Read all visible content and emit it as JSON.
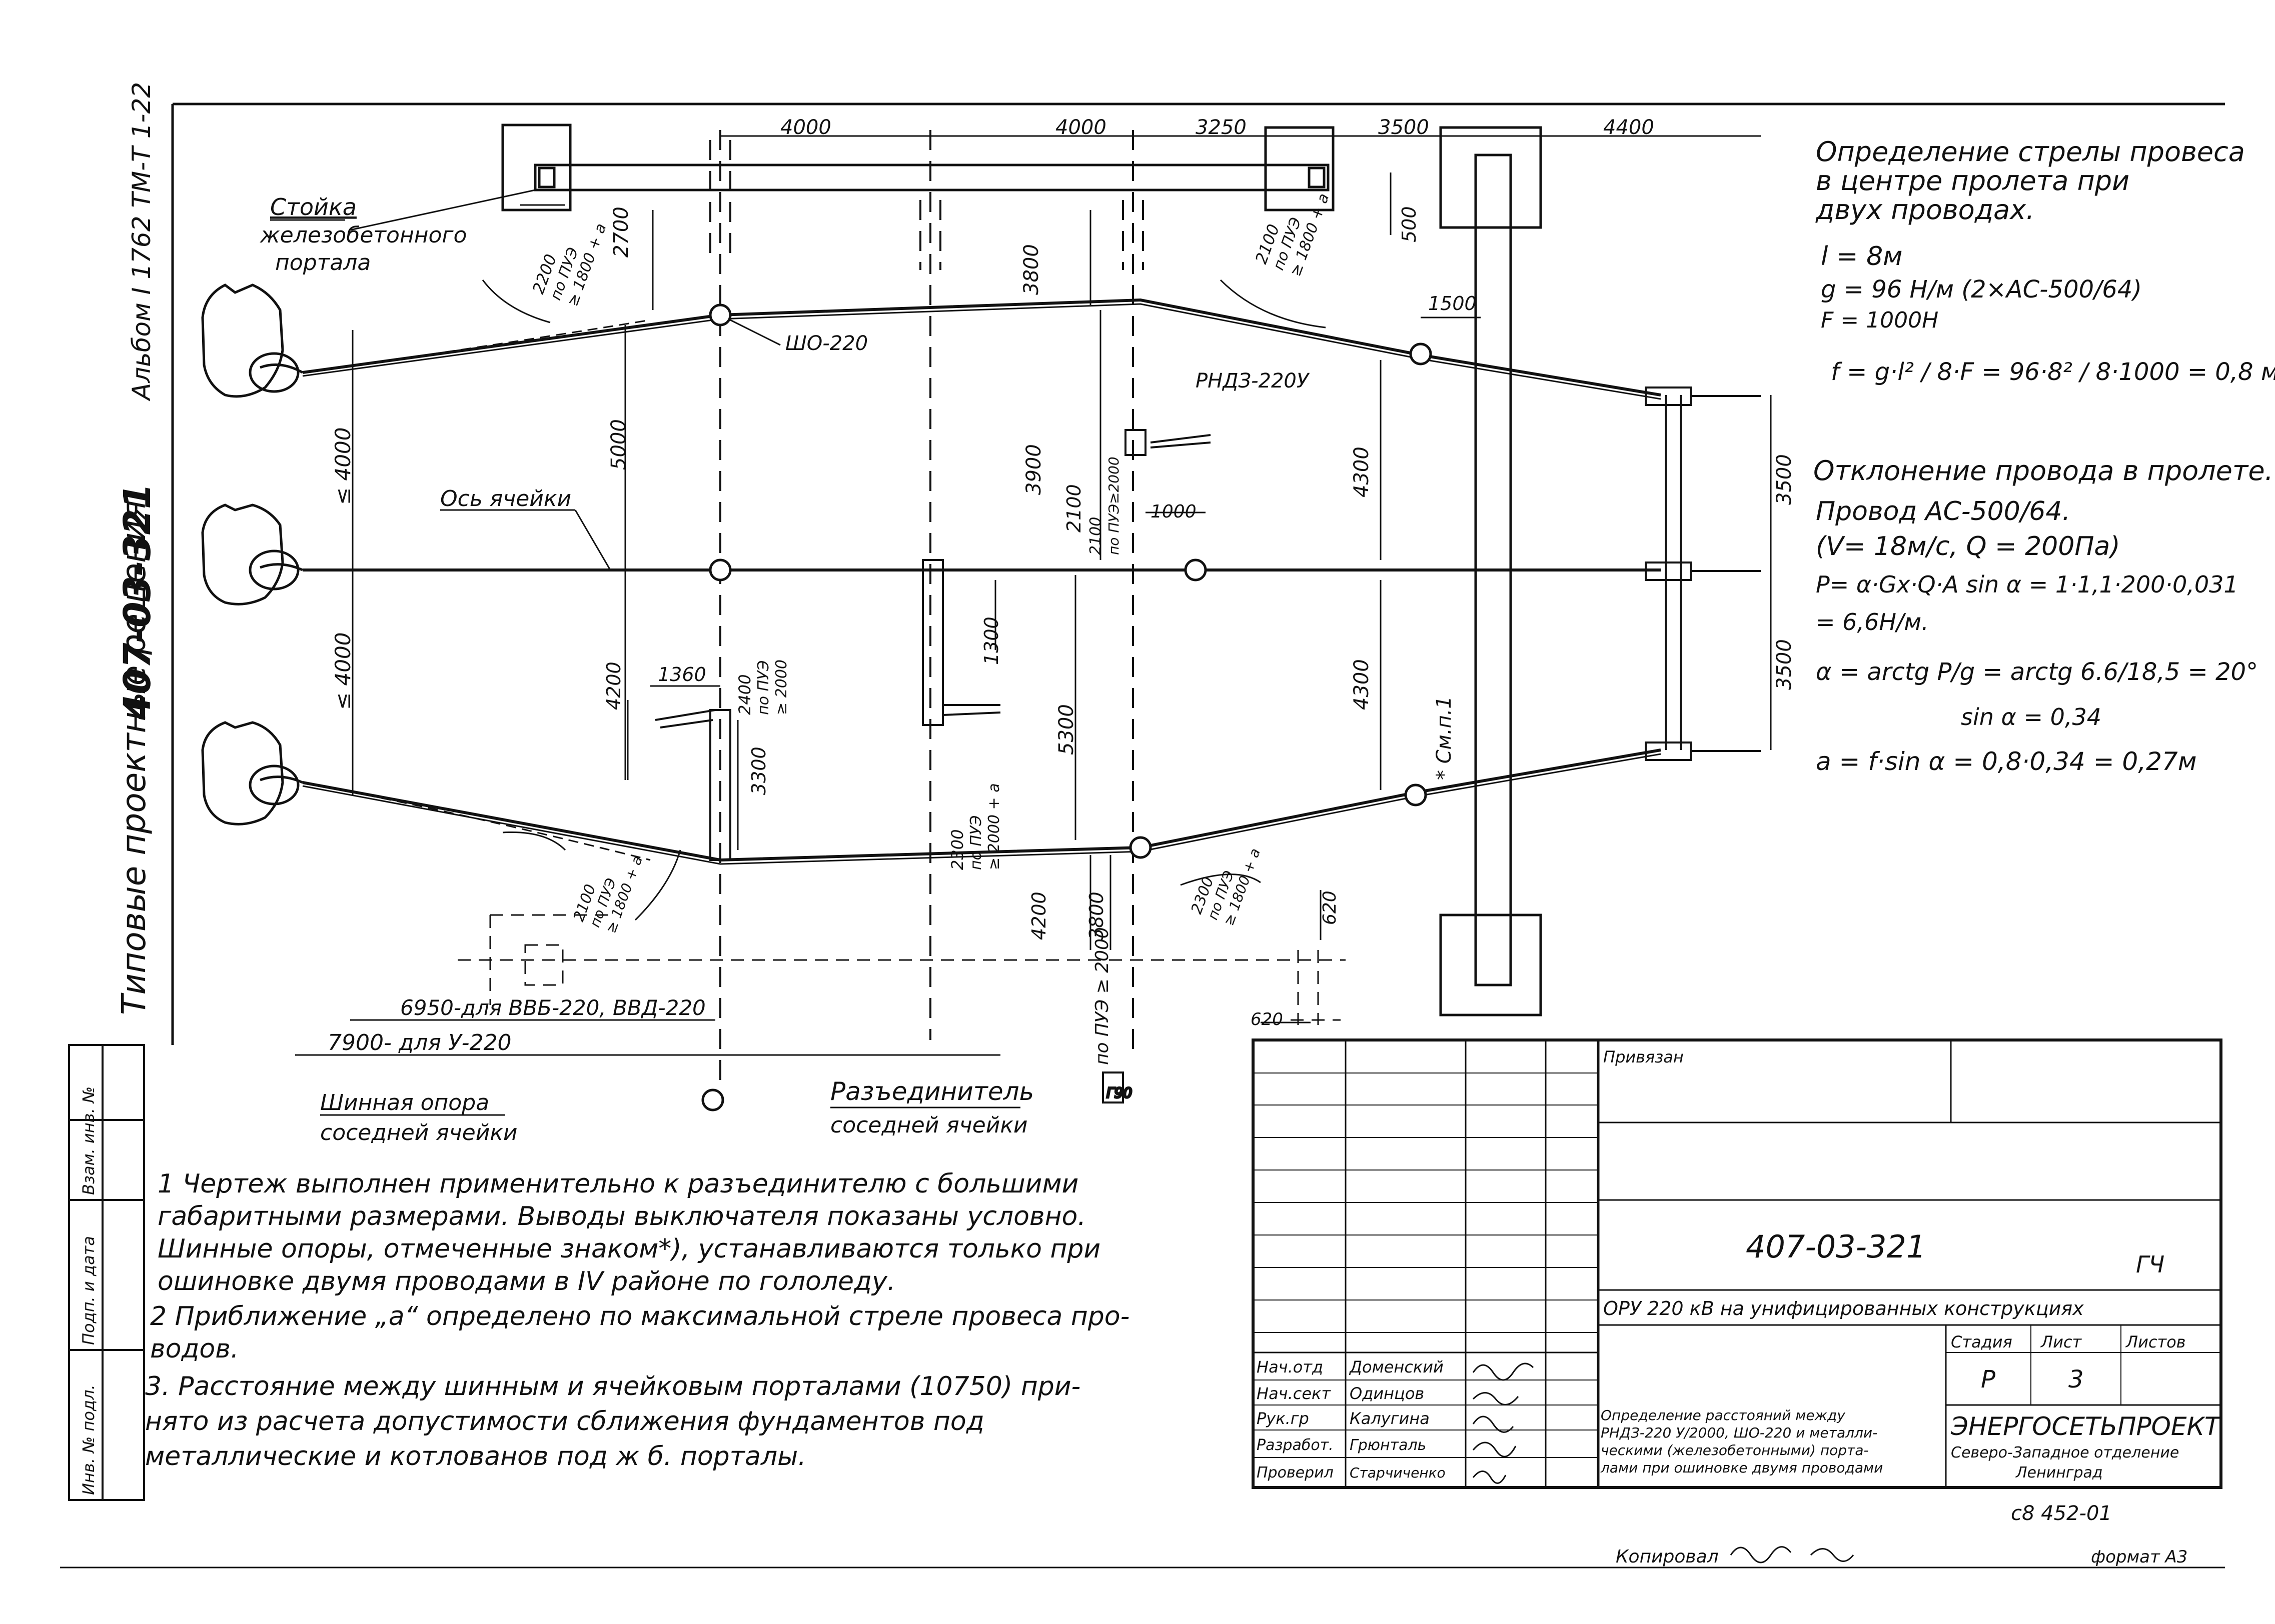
{
  "side": {
    "album_code": "Альбом I   1762 ТМ-Т 1-22",
    "project_number": "407-03-321",
    "series_title": "Типовые проектные решения"
  },
  "dims": {
    "top": [
      "4000",
      "4000",
      "3250",
      "3500",
      "4400"
    ],
    "d500": "500",
    "d2700": "2700",
    "d3800a": "3800",
    "d1500": "1500",
    "d5000": "5000",
    "d3900": "3900",
    "d4300a": "4300",
    "d4300b": "4300",
    "d3500a": "3500",
    "d3500b": "3500",
    "d1000": "1000",
    "d2100a": "2100",
    "d1300": "1300",
    "d1360": "1360",
    "d4200a": "4200",
    "d3300": "3300",
    "d5300": "5300",
    "d4200b": "4200",
    "d3800b": "3800",
    "d620a": "620",
    "d620b": "620",
    "le4000a": "≤ 4000",
    "le4000b": "≤ 4000",
    "d6950": "6950-для ВВБ-220, ВВД-220",
    "d7900": "7900- для У-220"
  },
  "approach": {
    "a1": [
      "2200",
      "по ПУЭ",
      "≥ 1800 + a"
    ],
    "a2": [
      "2100",
      "по ПУЭ",
      "≥ 1800 + a"
    ],
    "a3": [
      "2400",
      "по ПУЭ",
      "≥ 2000"
    ],
    "a4": [
      "2100",
      "по ПУЭ≥2000"
    ],
    "a5": [
      "2300",
      "по ПУЭ",
      "≥ 2000 + a"
    ],
    "a6": [
      "2100",
      "по ПУЭ",
      "≥ 1800 + a"
    ],
    "a7": [
      "2300",
      "по ПУЭ",
      "≥ 1800 + a"
    ],
    "a8": "по ПУЭ ≥ 2000"
  },
  "labels": {
    "stoika": [
      "Стойка",
      "железобетонного",
      "портала"
    ],
    "sho220": "ШО-220",
    "rndz": "РНДЗ-220У",
    "os": "Ось ячейки",
    "cm": "* См.п.1",
    "shinnaya": [
      "Шинная опора",
      "соседней ячейки"
    ],
    "razed": [
      "Разъединитель",
      "соседней ячейки"
    ],
    "marker": "Г90"
  },
  "calc": {
    "title": [
      "Определение стрелы провеса",
      "в центре пролета при",
      "двух проводах."
    ],
    "l": "l = 8м",
    "g": "g = 96 Н/м (2×АС-500/64)",
    "F": "F = 1000Н",
    "f": "f = g·l² / 8·F = 96·8² / 8·1000 = 0,8 м",
    "dev_title": "Отклонение провода в пролете.",
    "wire": "Провод АС-500/64.",
    "cond": "(V= 18м/с,   Q = 200Па)",
    "p1": "P= α·Gx·Q·A sin α = 1·1,1·200·0,031",
    "p2": "= 6,6Н/м.",
    "alpha": "α = arctg P/g = arctg 6.6/18,5 = 20°",
    "sin": "sin α = 0,34",
    "a": "a = f·sin α = 0,8·0,34 = 0,27м"
  },
  "notes": [
    "1 Чертеж выполнен применительно к разъединителю   с большими",
    "   габаритными размерами. Выводы выключателя показаны условно.",
    "   Шинные опоры, отмеченные знаком*), устанавливаются только при",
    "   ошиновке двумя проводами в IV районе по гололеду.",
    "2 Приближение „a“ определено по максимальной стреле провеса про-",
    "   водов.",
    "3. Расстояние между шинным и ячейковым порталами (10750) при-",
    "   нято из расчета допустимости сближения фундаментов под",
    "   металлические и котлованов под ж б. порталы."
  ],
  "stamp": {
    "privyazan": "Привязан",
    "doc_code": "407-03-321",
    "sheet_code": "ГЧ",
    "title": "ОРУ 220 кВ на унифицированных конструкциях",
    "headers": [
      "Стадия",
      "Лист",
      "Листов"
    ],
    "stage": "Р",
    "sheet": "3",
    "roles": [
      "Нач.отд",
      "Нач.сект",
      "Рук.гр",
      "Разработ.",
      "Проверил"
    ],
    "names": [
      "Доменский",
      "Одинцов",
      "Калугина",
      "Грюнталь",
      "Старчиченко"
    ],
    "desc": [
      "Определение расстояний между",
      "РНДЗ-220 У/2000, ШО-220 и металли-",
      "ческими (железобетонными) порта-",
      "лами при ошиновке двумя проводами"
    ],
    "org": [
      "ЭНЕРГОСЕТЬПРОЕКТ",
      "Северо-Западное отделение",
      "Ленинград"
    ],
    "number": "c8 452-01"
  },
  "left_strip": [
    "Инв. № подл.",
    "Подп. и дата",
    "Взам. инв. №"
  ],
  "footer": {
    "copied": "Копировал",
    "format": "формат А3"
  }
}
